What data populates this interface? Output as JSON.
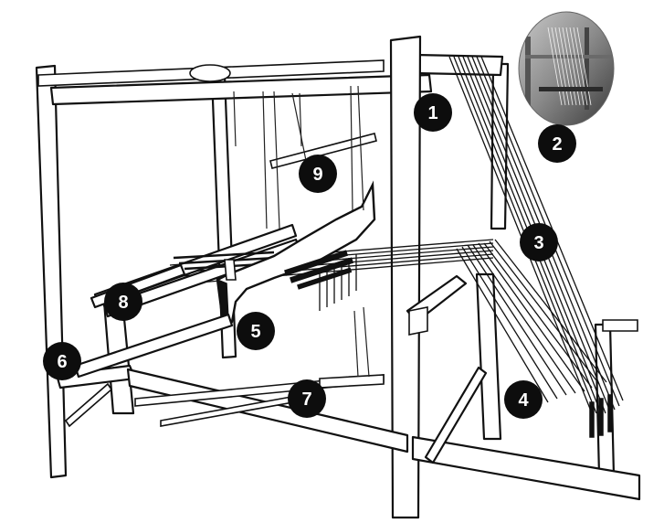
{
  "markers": [
    {
      "id": "marker-1",
      "label": "1"
    },
    {
      "id": "marker-2",
      "label": "2"
    },
    {
      "id": "marker-3",
      "label": "3"
    },
    {
      "id": "marker-4",
      "label": "4"
    },
    {
      "id": "marker-5",
      "label": "5"
    },
    {
      "id": "marker-6",
      "label": "6"
    },
    {
      "id": "marker-7",
      "label": "7"
    },
    {
      "id": "marker-8",
      "label": "8"
    },
    {
      "id": "marker-9",
      "label": "9"
    }
  ],
  "colors": {
    "ink": "#111111",
    "marker_fill": "#0d0d0d",
    "marker_text": "#ffffff",
    "background": "#ffffff"
  }
}
